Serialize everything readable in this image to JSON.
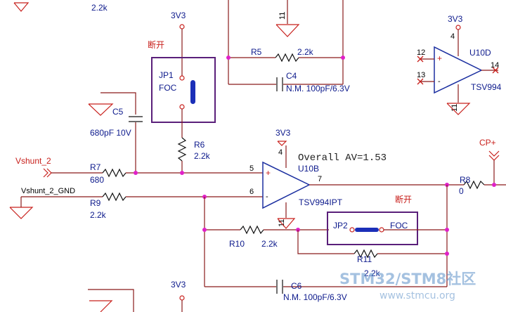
{
  "labels": {
    "top_res_value": "2.2k",
    "v3v3_top": "3V3",
    "jp1_open": "断开",
    "jp1_name": "JP1",
    "jp1_mode": "FOC",
    "r5_name": "R5",
    "r5_value": "2.2k",
    "c4_name": "C4",
    "c4_value": "N.M. 100pF/6.3V",
    "pin_11_top": "11",
    "c5_name": "C5",
    "c5_value": "680pF 10V",
    "r6_name": "R6",
    "r6_value": "2.2k",
    "vshunt2": "Vshunt_2",
    "r7_name": "R7",
    "r7_value": "680",
    "vshunt2_gnd": "Vshunt_2_GND",
    "r9_name": "R9",
    "r9_value": "2.2k",
    "v3v3_mid": "3V3",
    "pin_4_mid": "4",
    "u10b_name": "U10B",
    "overall_av": "Overall AV=1.53",
    "pin_5": "5",
    "pin_6": "6",
    "pin_7": "7",
    "u10b_part": "TSV994IPT",
    "pin_11_mid": "11",
    "jp2_open": "断开",
    "jp2_name": "JP2",
    "jp2_mode": "FOC",
    "r10_name": "R10",
    "r10_value": "2.2k",
    "r11_name": "R11",
    "r11_value": "2.2k",
    "c6_name": "C6",
    "c6_value": "N.M. 100pF/6.3V",
    "v3v3_bottom": "3V3",
    "v3v3_right": "3V3",
    "pin_4_right": "4",
    "u10d_name": "U10D",
    "pin_12": "12",
    "pin_13": "13",
    "pin_14": "14",
    "u10d_part": "TSV994",
    "pin_11_right": "11",
    "cp_plus": "CP+",
    "r8_name": "R8",
    "r8_value": "0",
    "plus_sign_mid": "+",
    "minus_sign_mid": "-",
    "plus_sign_right": "+",
    "minus_sign_right": "-"
  },
  "watermark": {
    "brand": "STM32/STM8社区",
    "url": "www.stmcu.org"
  },
  "colors": {
    "wire": "#8a1b1b",
    "component_label": "#0d1a8c",
    "net_label": "#c8201c",
    "jumper_box": "#5a1f7a",
    "junction": "#e020c8"
  }
}
